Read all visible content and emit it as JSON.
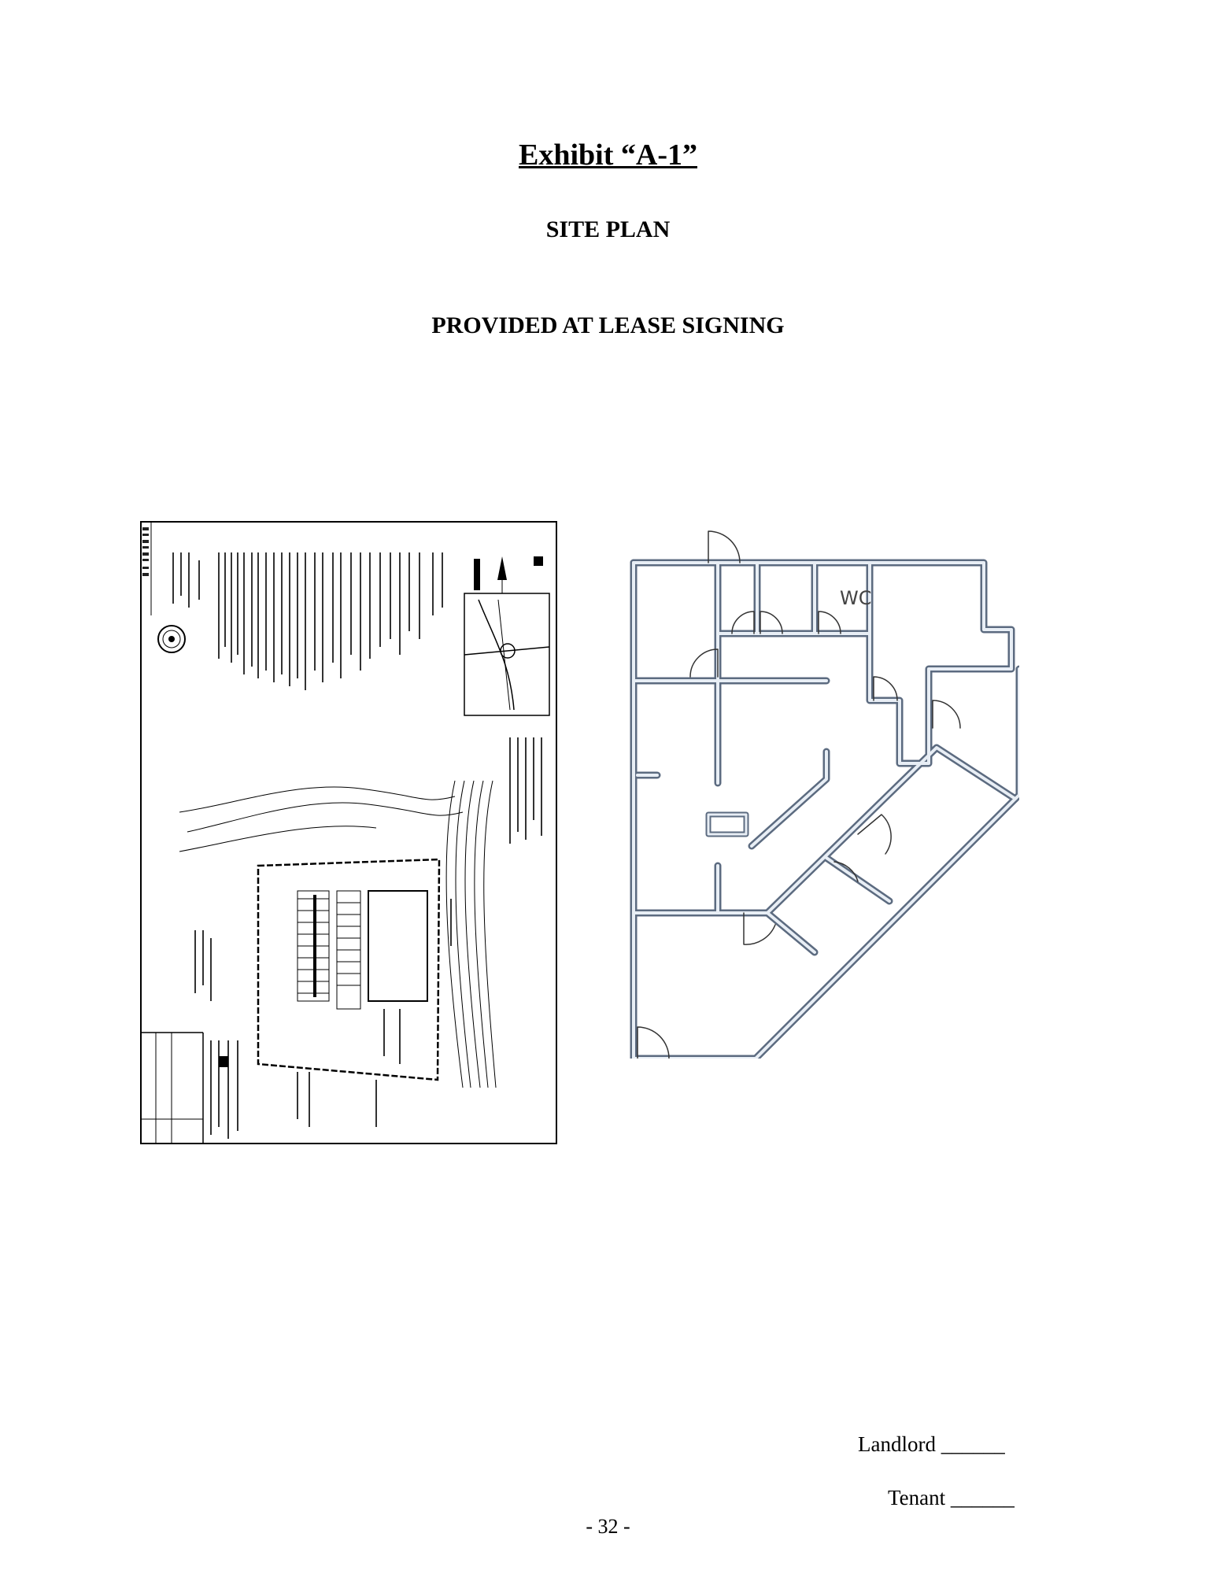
{
  "exhibit": {
    "title": "Exhibit “A-1”",
    "subtitle": "SITE PLAN",
    "note": "PROVIDED AT LEASE SIGNING"
  },
  "floor_plan": {
    "room_label": "WC"
  },
  "signatures": {
    "landlord": "Landlord ______",
    "tenant": "Tenant ______"
  },
  "page_number": "- 32 -"
}
